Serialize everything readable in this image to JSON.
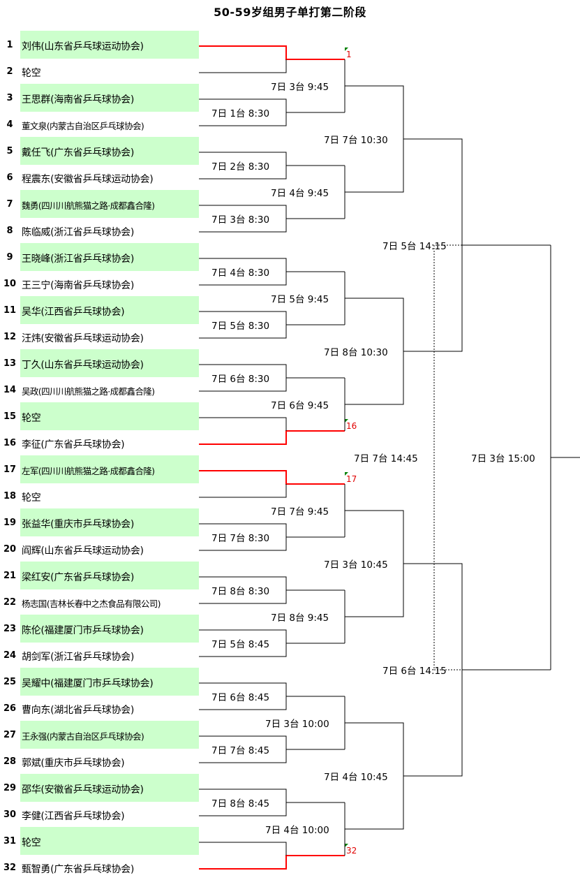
{
  "title": "50-59岁组男子单打第二阶段",
  "players": [
    {
      "no": "1",
      "name": "刘伟(山东省乒乓球运动协会)",
      "hl": true
    },
    {
      "no": "2",
      "name": "轮空",
      "hl": false
    },
    {
      "no": "3",
      "name": "王思群(海南省乒乓球协会)",
      "hl": true
    },
    {
      "no": "4",
      "name": "董文泉(内蒙古自治区乒乓球协会)",
      "hl": false
    },
    {
      "no": "5",
      "name": "戴任飞(广东省乒乓球协会)",
      "hl": true
    },
    {
      "no": "6",
      "name": "程震东(安徽省乒乓球运动协会)",
      "hl": false
    },
    {
      "no": "7",
      "name": "魏勇(四川川航熊猫之路·成都鑫合隆)",
      "hl": true
    },
    {
      "no": "8",
      "name": "陈临威(浙江省乒乓球协会)",
      "hl": false
    },
    {
      "no": "9",
      "name": "王晓峰(浙江省乒乓球协会)",
      "hl": true
    },
    {
      "no": "10",
      "name": "王三宁(海南省乒乓球协会)",
      "hl": false
    },
    {
      "no": "11",
      "name": "吴华(江西省乒乓球协会)",
      "hl": true
    },
    {
      "no": "12",
      "name": "汪炜(安徽省乒乓球运动协会)",
      "hl": false
    },
    {
      "no": "13",
      "name": "丁久(山东省乒乓球运动协会)",
      "hl": true
    },
    {
      "no": "14",
      "name": "吴政(四川川航熊猫之路·成都鑫合隆)",
      "hl": false
    },
    {
      "no": "15",
      "name": "轮空",
      "hl": true
    },
    {
      "no": "16",
      "name": "李征(广东省乒乓球协会)",
      "hl": false
    },
    {
      "no": "17",
      "name": "左军(四川川航熊猫之路·成都鑫合隆)",
      "hl": true
    },
    {
      "no": "18",
      "name": "轮空",
      "hl": false
    },
    {
      "no": "19",
      "name": "张益华(重庆市乒乓球协会)",
      "hl": true
    },
    {
      "no": "20",
      "name": "阎辉(山东省乒乓球运动协会)",
      "hl": false
    },
    {
      "no": "21",
      "name": "梁红安(广东省乒乓球协会)",
      "hl": true
    },
    {
      "no": "22",
      "name": "杨志国(吉林长春中之杰食品有限公司)",
      "hl": false
    },
    {
      "no": "23",
      "name": "陈伦(福建厦门市乒乓球协会)",
      "hl": true
    },
    {
      "no": "24",
      "name": "胡剑军(浙江省乒乓球协会)",
      "hl": false
    },
    {
      "no": "25",
      "name": "吴耀中(福建厦门市乒乓球协会)",
      "hl": true
    },
    {
      "no": "26",
      "name": "曹向东(湖北省乒乓球协会)",
      "hl": false
    },
    {
      "no": "27",
      "name": "王永强(内蒙古自治区乒乓球协会)",
      "hl": true
    },
    {
      "no": "28",
      "name": "郭斌(重庆市乒乓球协会)",
      "hl": false
    },
    {
      "no": "29",
      "name": "邵华(安徽省乒乓球运动协会)",
      "hl": true
    },
    {
      "no": "30",
      "name": "李健(江西省乒乓球协会)",
      "hl": false
    },
    {
      "no": "31",
      "name": "轮空",
      "hl": true
    },
    {
      "no": "32",
      "name": "甄智勇(广东省乒乓球协会)",
      "hl": false
    }
  ],
  "round1": [
    {
      "bye": true,
      "seed": "1"
    },
    {
      "label": "7日 1台 8:30"
    },
    {
      "label": "7日 2台 8:30"
    },
    {
      "label": "7日 3台 8:30"
    },
    {
      "label": "7日 4台 8:30"
    },
    {
      "label": "7日 5台 8:30"
    },
    {
      "label": "7日 6台 8:30"
    },
    {
      "bye": true,
      "seed": "16"
    },
    {
      "bye": true,
      "seed": "17"
    },
    {
      "label": "7日 7台 8:30"
    },
    {
      "label": "7日 8台 8:30"
    },
    {
      "label": "7日 5台 8:45"
    },
    {
      "label": "7日 6台 8:45"
    },
    {
      "label": "7日 7台 8:45"
    },
    {
      "label": "7日 8台 8:45"
    },
    {
      "bye": true,
      "seed": "32"
    }
  ],
  "round2": [
    "7日 3台 9:45",
    "7日 4台 9:45",
    "7日 5台 9:45",
    "7日 6台 9:45",
    "7日 7台 9:45",
    "7日 8台 9:45",
    "7日 3台 10:00",
    "7日 4台 10:00"
  ],
  "round3": [
    "7日 7台 10:30",
    "7日 8台 10:30",
    "7日 3台 10:45",
    "7日 4台 10:45"
  ],
  "round4": [
    "7日 5台 14:15",
    "7日 6台 14:15"
  ],
  "third_place": "7日 7台 14:45",
  "final": "7日 3台 15:00",
  "colors": {
    "highlight": "#ccffcc",
    "bye_line": "#ff0000",
    "seed_text": "#e00000",
    "flag": "#008000"
  }
}
